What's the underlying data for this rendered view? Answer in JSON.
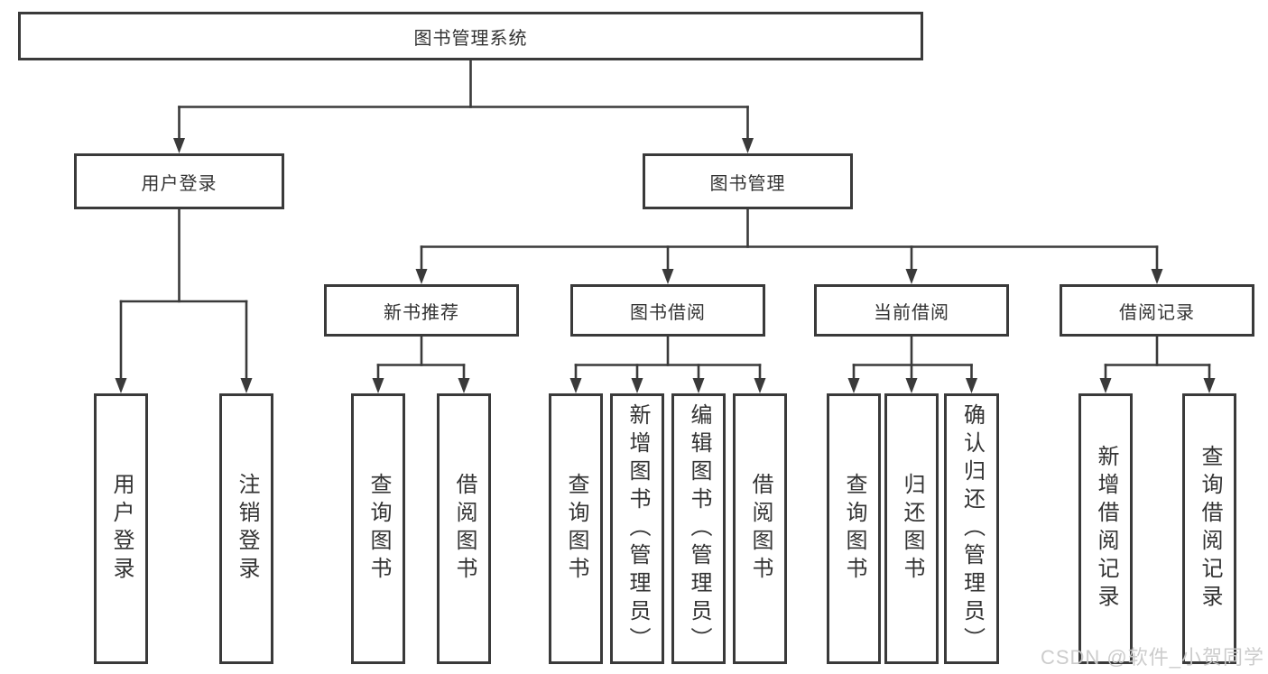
{
  "diagram": {
    "type": "hierarchy-tree",
    "root_label": "图书管理系统"
  },
  "colors": {
    "line": "#3a3a3a",
    "border": "#3a3a3a",
    "text": "#333333",
    "background": "#ffffff",
    "watermark": "#c9c9c9"
  },
  "nodes": [
    {
      "id": 0,
      "level": 1,
      "label": "图书管理系统"
    },
    {
      "id": 1,
      "level": 2,
      "label": "用户登录"
    },
    {
      "id": 2,
      "level": 2,
      "label": "图书管理"
    },
    {
      "id": 3,
      "level": 3,
      "label": "新书推荐"
    },
    {
      "id": 4,
      "level": 3,
      "label": "图书借阅"
    },
    {
      "id": 5,
      "level": 3,
      "label": "当前借阅"
    },
    {
      "id": 6,
      "level": 3,
      "label": "借阅记录"
    },
    {
      "id": 7,
      "level": 4,
      "label": "用户登录"
    },
    {
      "id": 8,
      "level": 4,
      "label": "注销登录"
    },
    {
      "id": 9,
      "level": 4,
      "label": "查询图书"
    },
    {
      "id": 10,
      "level": 4,
      "label": "借阅图书"
    },
    {
      "id": 11,
      "level": 4,
      "label": "查询图书"
    },
    {
      "id": 12,
      "level": 4,
      "label": "新增图书（管理员）"
    },
    {
      "id": 13,
      "level": 4,
      "label": "编辑图书（管理员）"
    },
    {
      "id": 14,
      "level": 4,
      "label": "借阅图书"
    },
    {
      "id": 15,
      "level": 4,
      "label": "查询图书"
    },
    {
      "id": 16,
      "level": 4,
      "label": "归还图书"
    },
    {
      "id": 17,
      "level": 4,
      "label": "确认归还（管理员）"
    },
    {
      "id": 18,
      "level": 4,
      "label": "新增借阅记录"
    },
    {
      "id": 19,
      "level": 4,
      "label": "查询借阅记录"
    }
  ],
  "edges": [
    [
      0,
      1
    ],
    [
      0,
      2
    ],
    [
      1,
      7
    ],
    [
      1,
      8
    ],
    [
      2,
      3
    ],
    [
      2,
      4
    ],
    [
      2,
      5
    ],
    [
      2,
      6
    ],
    [
      3,
      9
    ],
    [
      3,
      10
    ],
    [
      4,
      11
    ],
    [
      4,
      12
    ],
    [
      4,
      13
    ],
    [
      4,
      14
    ],
    [
      5,
      15
    ],
    [
      5,
      16
    ],
    [
      5,
      17
    ],
    [
      6,
      18
    ],
    [
      6,
      19
    ]
  ],
  "watermark": {
    "text": "CSDN @软件_小贺同学"
  }
}
